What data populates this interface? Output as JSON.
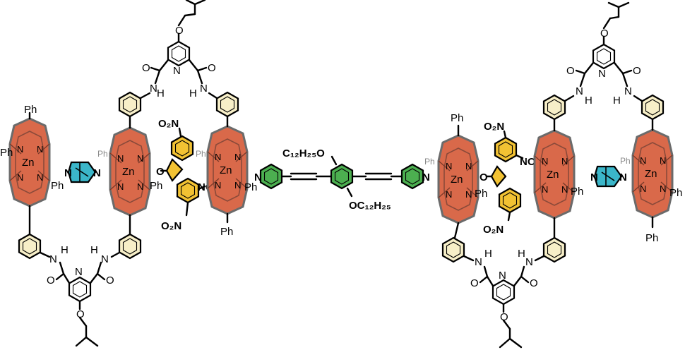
{
  "labels": {
    "ph": "Ph",
    "zn": "Zn",
    "n": "N",
    "h": "H",
    "o": "O",
    "no2": "NO₂",
    "o2n": "O₂N",
    "c12h25o": "C₁₂H₂₅O",
    "oc12h25": "OC₁₂H₂₅"
  },
  "colors": {
    "porphyrin_fill": "#d9694a",
    "porphyrin_stroke": "#6b6b6b",
    "phenyl_fill": "#f7efc8",
    "pyridine_fill": "#4caf50",
    "dabco_fill": "#3bb6c9",
    "fluorenone_fill": "#f2c233",
    "bond": "#000000"
  }
}
